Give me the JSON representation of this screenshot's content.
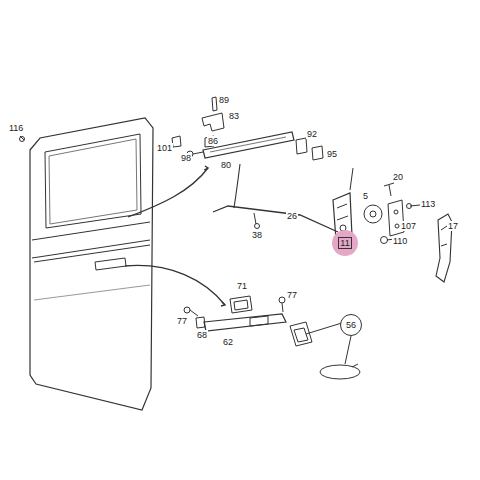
{
  "diagram": {
    "nodes": [
      {
        "text": [
          "11"
        ]
      },
      {
        "text": [
          "56"
        ]
      }
    ],
    "labels": [
      "116",
      "89",
      "83",
      "86",
      "101",
      "98",
      "80",
      "92",
      "95",
      "20",
      "5",
      "113",
      "26",
      "107",
      "17",
      "38",
      "110",
      "71",
      "77",
      "77",
      "68",
      "62"
    ]
  }
}
